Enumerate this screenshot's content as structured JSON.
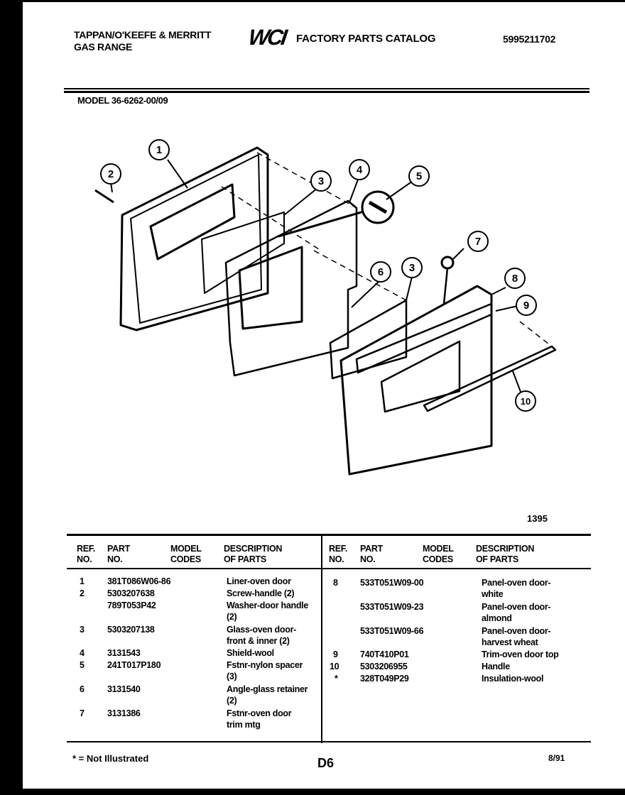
{
  "header": {
    "brand_line1": "TAPPAN/O'KEEFE & MERRITT",
    "brand_line2": "GAS RANGE",
    "logo": "WCI",
    "catalog_title": "FACTORY PARTS CATALOG",
    "document_number": "5995211702",
    "model": "MODEL 36-6262-00/09"
  },
  "diagram": {
    "callouts": [
      "1",
      "2",
      "3",
      "4",
      "5",
      "3",
      "6",
      "7",
      "8",
      "9",
      "10"
    ],
    "figure_number": "1395"
  },
  "table": {
    "columns": {
      "ref": [
        "REF.",
        "NO."
      ],
      "part": [
        "PART",
        "NO."
      ],
      "model": [
        "MODEL",
        "CODES"
      ],
      "desc": [
        "DESCRIPTION",
        "OF PARTS"
      ]
    },
    "left_rows": [
      {
        "ref": "1",
        "part": "381T086W06-86",
        "desc1": "Liner-oven door",
        "desc2": ""
      },
      {
        "ref": "2",
        "part": "5303207638",
        "desc1": "Screw-handle (2)",
        "desc2": ""
      },
      {
        "ref": "",
        "part": "789T053P42",
        "desc1": "Washer-door handle",
        "desc2": "(2)"
      },
      {
        "ref": "3",
        "part": "5303207138",
        "desc1": "Glass-oven door-",
        "desc2": "front & inner (2)"
      },
      {
        "ref": "4",
        "part": "3131543",
        "desc1": "Shield-wool",
        "desc2": ""
      },
      {
        "ref": "5",
        "part": "241T017P180",
        "desc1": "Fstnr-nylon spacer",
        "desc2": "(3)"
      },
      {
        "ref": "6",
        "part": "3131540",
        "desc1": "Angle-glass retainer",
        "desc2": "(2)"
      },
      {
        "ref": "7",
        "part": "3131386",
        "desc1": "Fstnr-oven door",
        "desc2": "trim mtg"
      }
    ],
    "right_rows": [
      {
        "ref": "8",
        "part": "533T051W09-00",
        "desc1": "Panel-oven door-",
        "desc2": "white"
      },
      {
        "ref": "",
        "part": "533T051W09-23",
        "desc1": "Panel-oven door-",
        "desc2": "almond"
      },
      {
        "ref": "",
        "part": "533T051W09-66",
        "desc1": "Panel-oven door-",
        "desc2": "harvest wheat"
      },
      {
        "ref": "9",
        "part": "740T410P01",
        "desc1": "Trim-oven door top",
        "desc2": ""
      },
      {
        "ref": "10",
        "part": "5303206955",
        "desc1": "Handle",
        "desc2": ""
      },
      {
        "ref": "*",
        "part": "328T049P29",
        "desc1": "Insulation-wool",
        "desc2": ""
      }
    ]
  },
  "footer": {
    "note": "* = Not Illustrated",
    "page_id": "D6",
    "date": "8/91"
  }
}
